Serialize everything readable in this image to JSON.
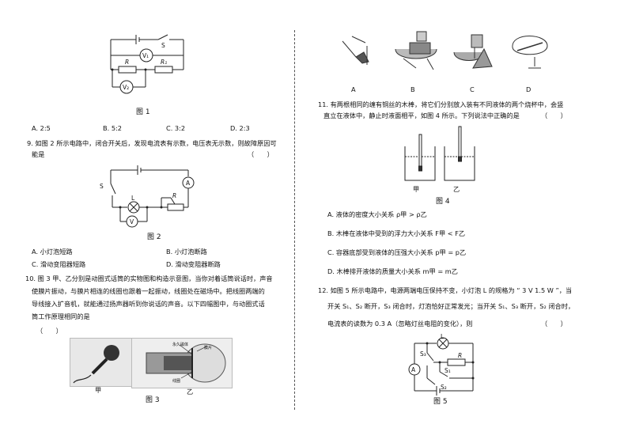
{
  "left": {
    "fig1": {
      "label_S": "S",
      "label_V1": "V₁",
      "label_R": "R",
      "label_R1": "R₁",
      "label_V2": "V₂",
      "caption": "图 1"
    },
    "q8_options": [
      "A. 2:5",
      "B. 5:2",
      "C. 3:2",
      "D. 2:3"
    ],
    "q9": {
      "line1": "9. 如图 2 所示电路中，闭合开关后，发现电流表有示数，电压表无示数，则故障原因可",
      "line2": "能是",
      "paren": "（　　）"
    },
    "fig2": {
      "label_S": "S",
      "label_L": "L",
      "label_R": "R",
      "label_A": "A",
      "label_V": "V",
      "caption": "图 2"
    },
    "q9_options": [
      "A. 小灯泡短路",
      "B. 小灯泡断路",
      "C. 滑动变阻器短路",
      "D. 滑动变阻器断路"
    ],
    "q10": {
      "lines": [
        "10. 图 3 甲、乙分别是动圈式话筒的实物图和构造示意图，当你对着话筒说话时，声音",
        "使膜片振动，与膜片相连的线圈也跟着一起振动，线圈处在磁场中。把线圈两端的",
        "导线接入扩音机，就能通过扬声器听到你说话的声音。以下四幅图中，与动圈式话",
        "筒工作原理相同的是"
      ],
      "paren": "（　　）"
    },
    "fig3": {
      "label_jia": "甲",
      "label_yi": "乙",
      "label_magnet": "永久磁体",
      "label_diaphragm": "膜片",
      "label_coil": "线圈",
      "caption": "图 3"
    }
  },
  "right": {
    "q10_options": [
      "A",
      "B",
      "C",
      "D"
    ],
    "q11": {
      "line1": "11. 有两根相同的缠有铜丝的木棒，将它们分别放入装有不同液体的两个烧杯中，会竖",
      "line2": "直立在液体中，静止时液面相平，如图 4 所示。下列说法中正确的是",
      "paren": "（　　）"
    },
    "fig4": {
      "label_jia": "甲",
      "label_yi": "乙",
      "caption": "图 4"
    },
    "q11_options": [
      "A. 液体的密度大小关系 ρ甲 > ρ乙",
      "B. 木棒在液体中受到的浮力大小关系 F甲 < F乙",
      "C. 容器底部受到液体的压强大小关系 p甲 = p乙",
      "D. 木棒排开液体的质量大小关系 m甲 = m乙"
    ],
    "q12": {
      "line1": "12. 如图 5 所示电路中，电源两端电压保持不变，小灯泡 L 的规格为 “ 3 V  1.5 W ”，当",
      "line2": "开关 S₁、S₂ 断开，S₃ 闭合时，灯泡恰好正常发光；当开关 S₁、S₃ 断开，S₂ 闭合时，",
      "line3": "电流表的读数为 0.3 A（忽略灯丝电阻的变化），则",
      "paren": "（　　）"
    },
    "fig5": {
      "label_L": "L",
      "label_S1": "S₁",
      "label_S2": "S₂",
      "label_S3": "S₃",
      "label_R": "R",
      "label_A": "A",
      "caption": "图 5"
    }
  }
}
